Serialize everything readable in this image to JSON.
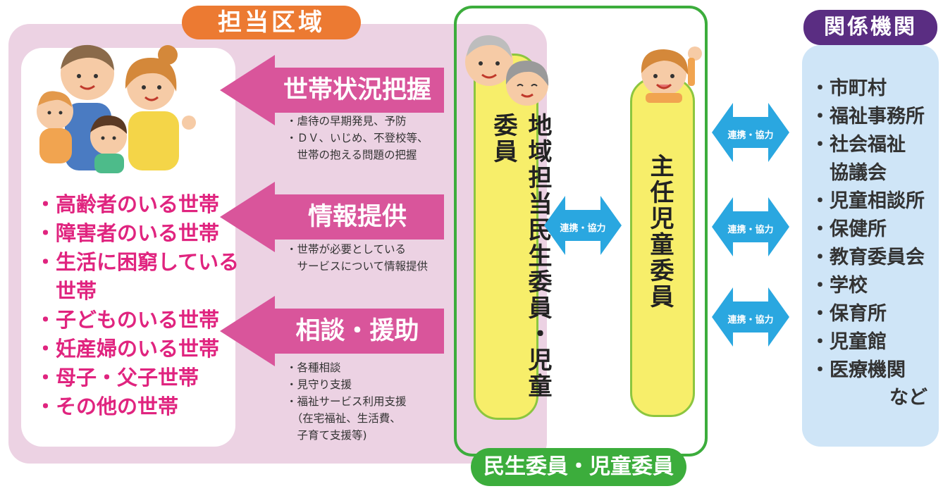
{
  "area": {
    "title": "担当区域",
    "households": [
      "・高齢者のいる世帯",
      "・障害者のいる世帯",
      "・生活に困窮している",
      "　世帯",
      "・子どものいる世帯",
      "・妊産婦のいる世帯",
      "・母子・父子世帯",
      "・その他の世帯"
    ]
  },
  "functions": [
    {
      "label": "世帯状況把握",
      "notes": [
        "・虐待の早期発見、予防",
        "・ＤＶ、いじめ、不登校等、",
        "　世帯の抱える問題の把握"
      ]
    },
    {
      "label": "情報提供",
      "notes": [
        "・世帯が必要としている",
        "　サービスについて情報提供"
      ]
    },
    {
      "label": "相談・援助",
      "notes": [
        "・各種相談",
        "・見守り支援",
        "・福祉サービス利用支援",
        "　（在宅福祉、生活費、",
        "　子育て支援等)"
      ]
    }
  ],
  "members": {
    "title": "民生委員・児童委員",
    "left_pillar": "地域担当民生委員・児童委員",
    "right_pillar": "主任児童委員"
  },
  "link_label": "連携・協力",
  "orgs": {
    "title": "関係機関",
    "items": [
      "・市町村",
      "・福祉事務所",
      "・社会福祉",
      "　協議会",
      "・児童相談所",
      "・保健所",
      "・教育委員会",
      "・学校",
      "・保育所",
      "・児童館",
      "・医療機関"
    ],
    "etc": "など"
  },
  "colors": {
    "area_bg": "#ecd2e3",
    "area_title": "#ec7a32",
    "arrow": "#d9559b",
    "household_text": "#e0247f",
    "green": "#3cad3c",
    "pillar": "#f7ee6a",
    "link_arrow": "#2aa7e0",
    "org_bg": "#cfe5f7",
    "org_title": "#5a2d82"
  }
}
